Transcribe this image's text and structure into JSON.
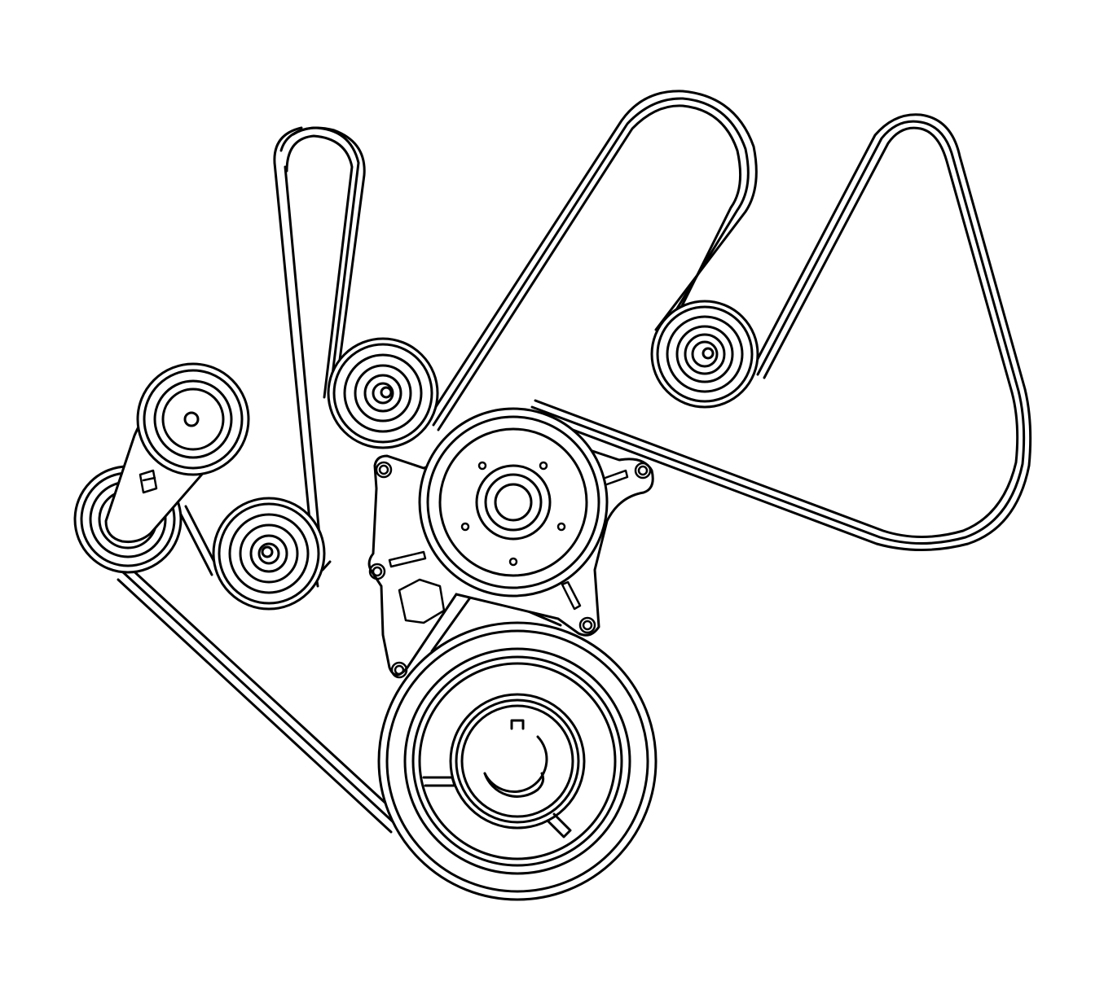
{
  "diagram": {
    "kind": "serpentine accessory drive belt routing",
    "labels": [],
    "components": [
      {
        "id": "tensioner-pulley",
        "type": "pulley"
      },
      {
        "id": "tensioner-arm",
        "type": "tensioner"
      },
      {
        "id": "left-lower-idler-pulley",
        "type": "idler"
      },
      {
        "id": "left-middle-idler-pulley",
        "type": "idler"
      },
      {
        "id": "center-idler-pulley",
        "type": "idler"
      },
      {
        "id": "right-idler-pulley",
        "type": "idler"
      },
      {
        "id": "water-pump-pulley",
        "type": "pulley"
      },
      {
        "id": "water-pump-bracket",
        "type": "bracket"
      },
      {
        "id": "crankshaft-balancer-pulley",
        "type": "pulley"
      },
      {
        "id": "upper-left-loop-pulley",
        "type": "pulley"
      },
      {
        "id": "upper-center-loop-pulley",
        "type": "pulley"
      },
      {
        "id": "upper-right-loop-pulley",
        "type": "pulley"
      }
    ],
    "colors": {
      "line": "#000000",
      "background": "#ffffff"
    }
  }
}
